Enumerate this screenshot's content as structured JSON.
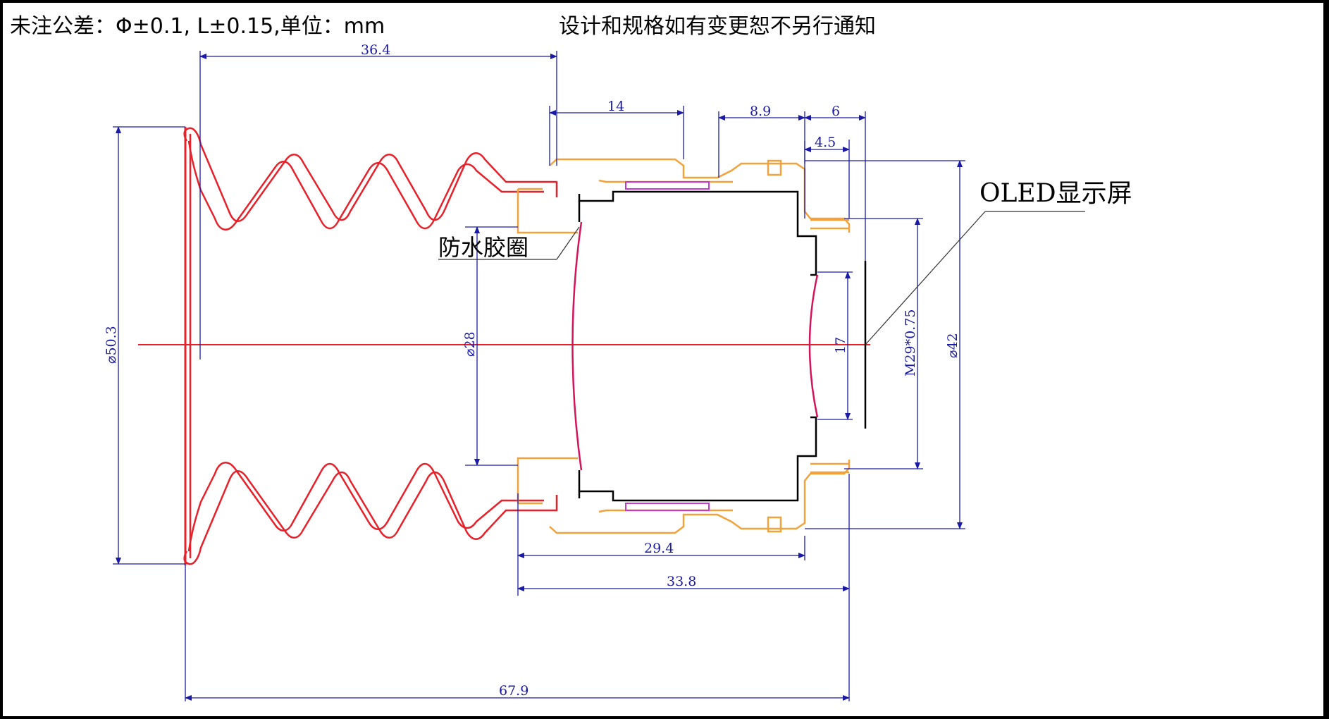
{
  "header": {
    "tolerance_note": "未注公差：Φ±0.1, L±0.15,单位：mm",
    "change_notice": "设计和规格如有变更恕不另行通知"
  },
  "callouts": {
    "oled": "OLED显示屏",
    "seal": "防水胶圈"
  },
  "dimensions": {
    "d36_4": "36.4",
    "d14": "14",
    "d8_9": "8.9",
    "d6": "6",
    "d4_5": "4.5",
    "d29_4": "29.4",
    "d33_8": "33.8",
    "d67_9": "67.9",
    "dia50_3": "⌀50.3",
    "dia28": "⌀28",
    "d17": "17",
    "thread": "M29*0.75",
    "dia42": "⌀42"
  },
  "colors": {
    "eyecup": "#e8202a",
    "housing": "#f2a23a",
    "lens": "#d4145a",
    "dimension": "#1a1aa6",
    "pcb": "#c43ad0"
  }
}
